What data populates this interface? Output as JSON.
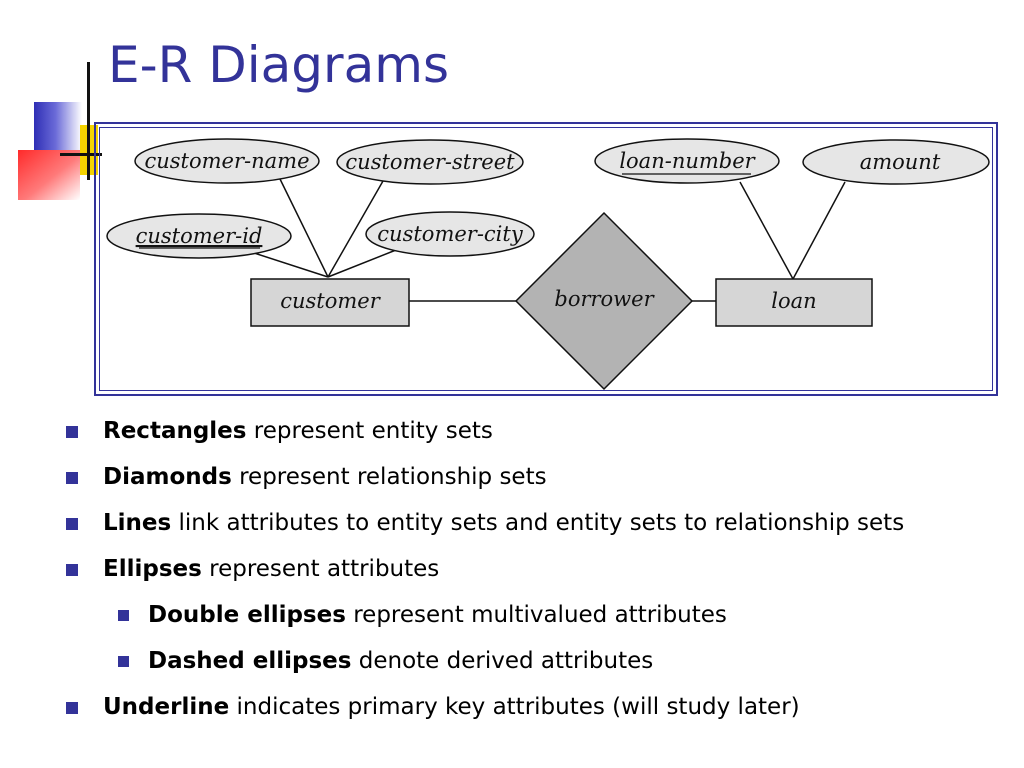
{
  "slide": {
    "title": "E-R Diagrams"
  },
  "diagram": {
    "entities": {
      "customer": "customer",
      "loan": "loan"
    },
    "relationship": "borrower",
    "attributes": {
      "customer_name": "customer-name",
      "customer_street": "customer-street",
      "customer_id": "customer-id",
      "customer_city": "customer-city",
      "loan_number": "loan-number",
      "amount": "amount"
    },
    "colors": {
      "entity_fill": "#d6d6d6",
      "relationship_fill": "#b3b3b3",
      "attribute_fill": "#e6e6e6",
      "frame": "#333399"
    }
  },
  "bullets": [
    {
      "bold": "Rectangles",
      "rest": " represent entity sets"
    },
    {
      "bold": "Diamonds",
      "rest": " represent relationship sets"
    },
    {
      "bold": "Lines",
      "rest": " link attributes to entity sets and entity sets to relationship sets"
    },
    {
      "bold": "Ellipses",
      "rest": " represent attributes"
    },
    {
      "bold": "Double ellipses",
      "rest": " represent multivalued attributes"
    },
    {
      "bold": "Dashed ellipses",
      "rest": " denote derived attributes"
    },
    {
      "bold": "Underline",
      "rest": " indicates primary key attributes (will study later)"
    }
  ],
  "theme": {
    "title_color": "#333399",
    "bullet_color": "#333399"
  }
}
